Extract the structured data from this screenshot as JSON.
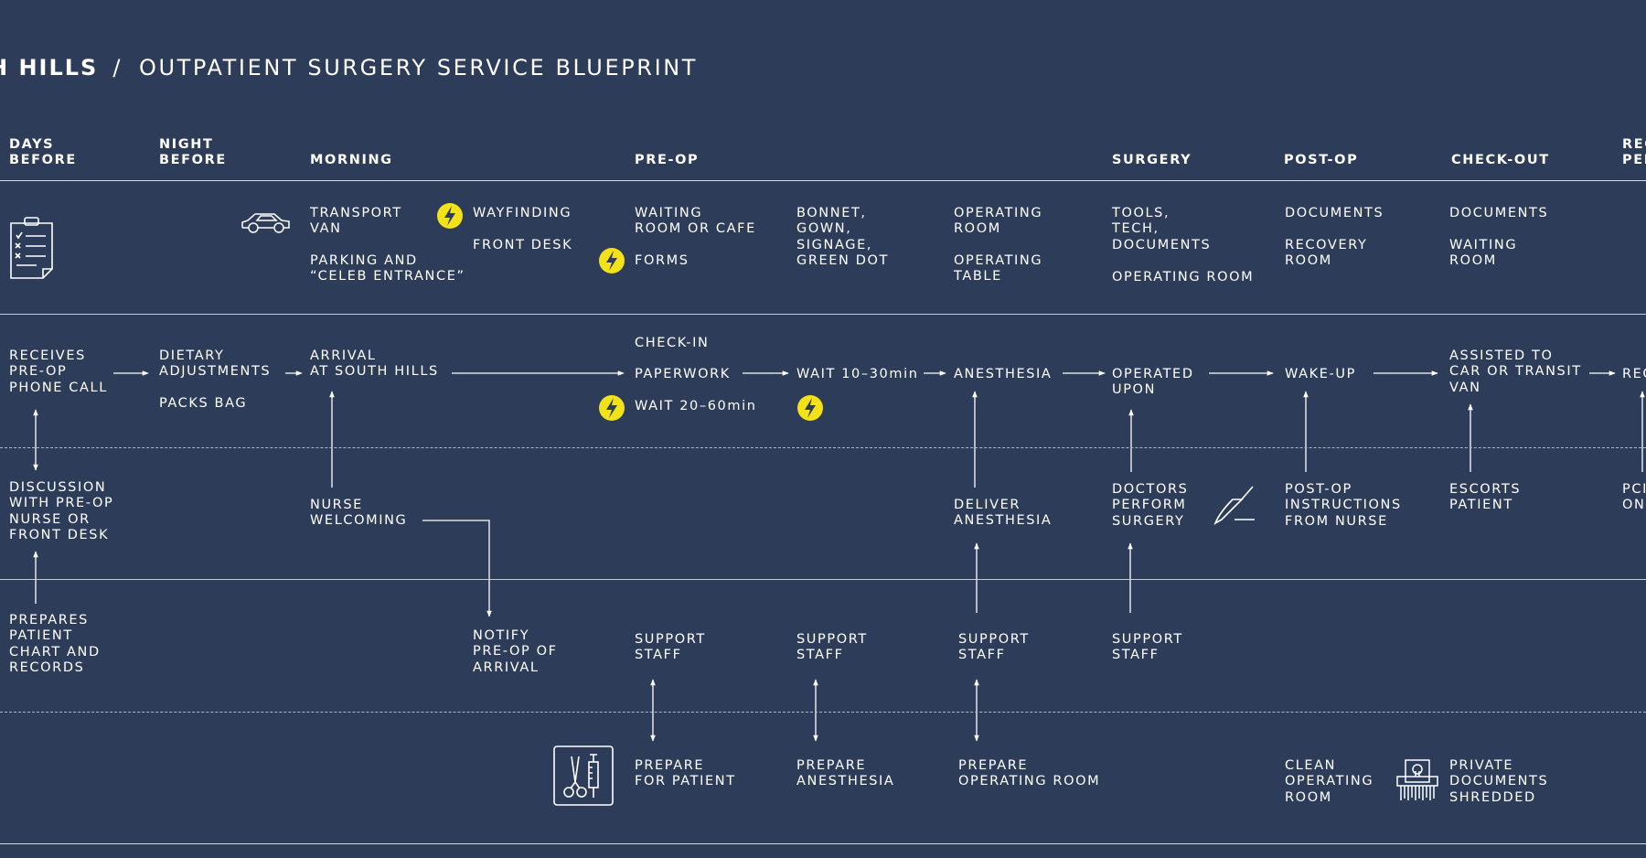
{
  "header": {
    "brand": "H HILLS",
    "separator": "/",
    "title": "OUTPATIENT SURGERY SERVICE BLUEPRINT"
  },
  "phases": {
    "days_before": "DAYS\nBEFORE",
    "night_before": "NIGHT\nBEFORE",
    "morning": "MORNING",
    "pre_op": "PRE-OP",
    "surgery": "SURGERY",
    "post_op": "POST-OP",
    "check_out": "CHECK-OUT",
    "recovery": "REC\nPER"
  },
  "physical_evidence": {
    "transport_van": "TRANSPORT\nVAN",
    "parking": "PARKING AND\n“CELEB ENTRANCE”",
    "wayfinding": "WAYFINDING",
    "front_desk": "FRONT DESK",
    "waiting_room": "WAITING\nROOM OR CAFE",
    "forms": "FORMS",
    "bonnet": "BONNET,\nGOWN,\nSIGNAGE,\nGREEN DOT",
    "operating_room": "OPERATING\nROOM",
    "operating_table": "OPERATING\nTABLE",
    "tools": "TOOLS,\nTECH,\nDOCUMENTS",
    "operating_room_2": "OPERATING ROOM",
    "documents_post": "DOCUMENTS",
    "recovery_room": "RECOVERY\nROOM",
    "documents_checkout": "DOCUMENTS",
    "waiting_room_checkout": "WAITING\nROOM"
  },
  "customer_actions": {
    "receives_call": "RECEIVES\nPRE-OP\nPHONE CALL",
    "dietary": "DIETARY\nADJUSTMENTS",
    "packs_bag": "PACKS BAG",
    "arrival": "ARRIVAL\nAT SOUTH HILLS",
    "check_in": "CHECK-IN",
    "paperwork": "PAPERWORK",
    "wait_20_60": "WAIT 20–60min",
    "wait_10_30": "WAIT 10–30min",
    "anesthesia": "ANESTHESIA",
    "operated_upon": "OPERATED\nUPON",
    "wake_up": "WAKE-UP",
    "assisted": "ASSISTED TO\nCAR OR TRANSIT\nVAN",
    "recovery_cut": "REC"
  },
  "frontstage": {
    "discussion": "DISCUSSION\nWITH PRE-OP\nNURSE OR\nFRONT DESK",
    "nurse_welcoming": "NURSE\nWELCOMING",
    "deliver_anesthesia": "DELIVER\nANESTHESIA",
    "doctors_perform": "DOCTORS\nPERFORM\nSURGERY",
    "post_op_instructions": "POST-OP\nINSTRUCTIONS\nFROM NURSE",
    "escorts_patient": "ESCORTS\nPATIENT",
    "pcp_cut": "PCI\nON"
  },
  "backstage": {
    "prepares_chart": "PREPARES\nPATIENT\nCHART AND\nRECORDS",
    "notify_preop": "NOTIFY\nPRE-OP OF\nARRIVAL",
    "support_staff_1": "SUPPORT\nSTAFF",
    "support_staff_2": "SUPPORT\nSTAFF",
    "support_staff_3": "SUPPORT\nSTAFF",
    "support_staff_4": "SUPPORT\nSTAFF"
  },
  "support_processes": {
    "prepare_patient": "PREPARE\nFOR PATIENT",
    "prepare_anesthesia": "PREPARE\nANESTHESIA",
    "prepare_or": "PREPARE\nOPERATING ROOM",
    "clean_or": "CLEAN\nOPERATING\nROOM",
    "shredded": "PRIVATE\nDOCUMENTS\nSHREDDED"
  },
  "icons": {
    "clipboard": "clipboard-icon",
    "car": "car-icon",
    "fail_point": "lightning-bolt-icon",
    "scalpel": "scalpel-icon",
    "surgical_kit": "surgical-tools-icon",
    "shredder": "shredder-icon"
  },
  "colors": {
    "background": "#2d3c58",
    "text": "#ffffff",
    "fail_point": "#f3e21a",
    "line": "#d6dbe6"
  }
}
